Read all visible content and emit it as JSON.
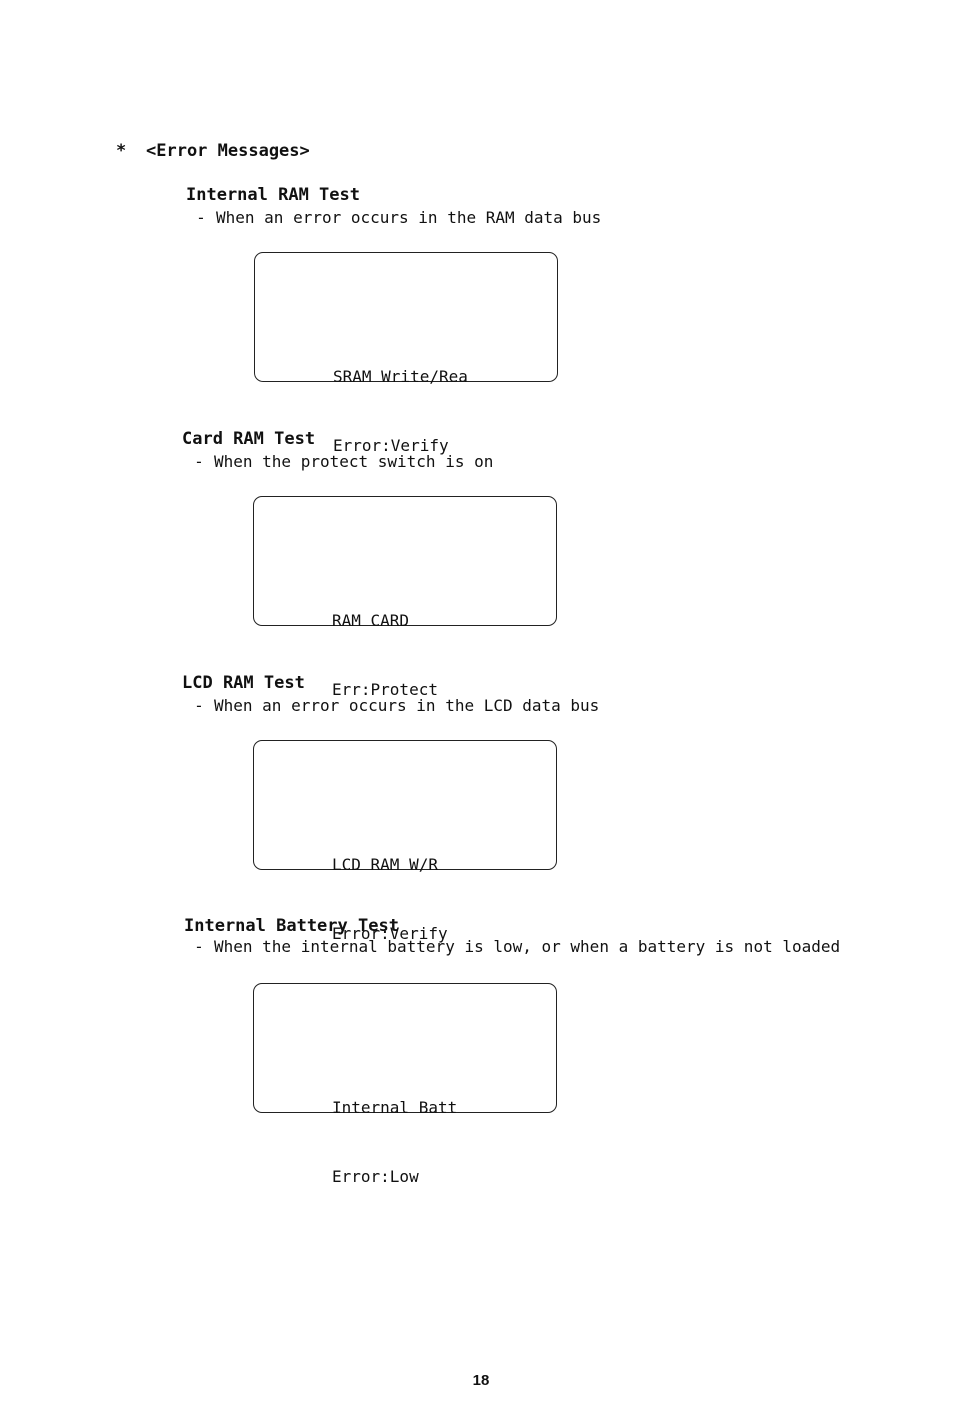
{
  "heading": {
    "bullet": "*",
    "text": "<Error Messages>"
  },
  "sections": [
    {
      "title": "Internal RAM Test",
      "dash": "-",
      "description": "When an error occurs in the RAM data bus",
      "display_line1": "SRAM Write/Rea",
      "display_line2": "Error:Verify"
    },
    {
      "title": "Card RAM Test",
      "dash": "-",
      "description": "When the protect switch is on",
      "display_line1": "RAM CARD",
      "display_line2": "Err:Protect"
    },
    {
      "title": "LCD RAM Test",
      "dash": "-",
      "description": "When an error occurs in the LCD data bus",
      "display_line1": "LCD RAM W/R",
      "display_line2": "Error:Verify"
    },
    {
      "title": "Internal Battery Test",
      "dash": "-",
      "description": "When the internal battery is low, or when a battery is not loaded",
      "display_line1": "Internal Batt",
      "display_line2": "Error:Low"
    }
  ],
  "page_number": "18"
}
